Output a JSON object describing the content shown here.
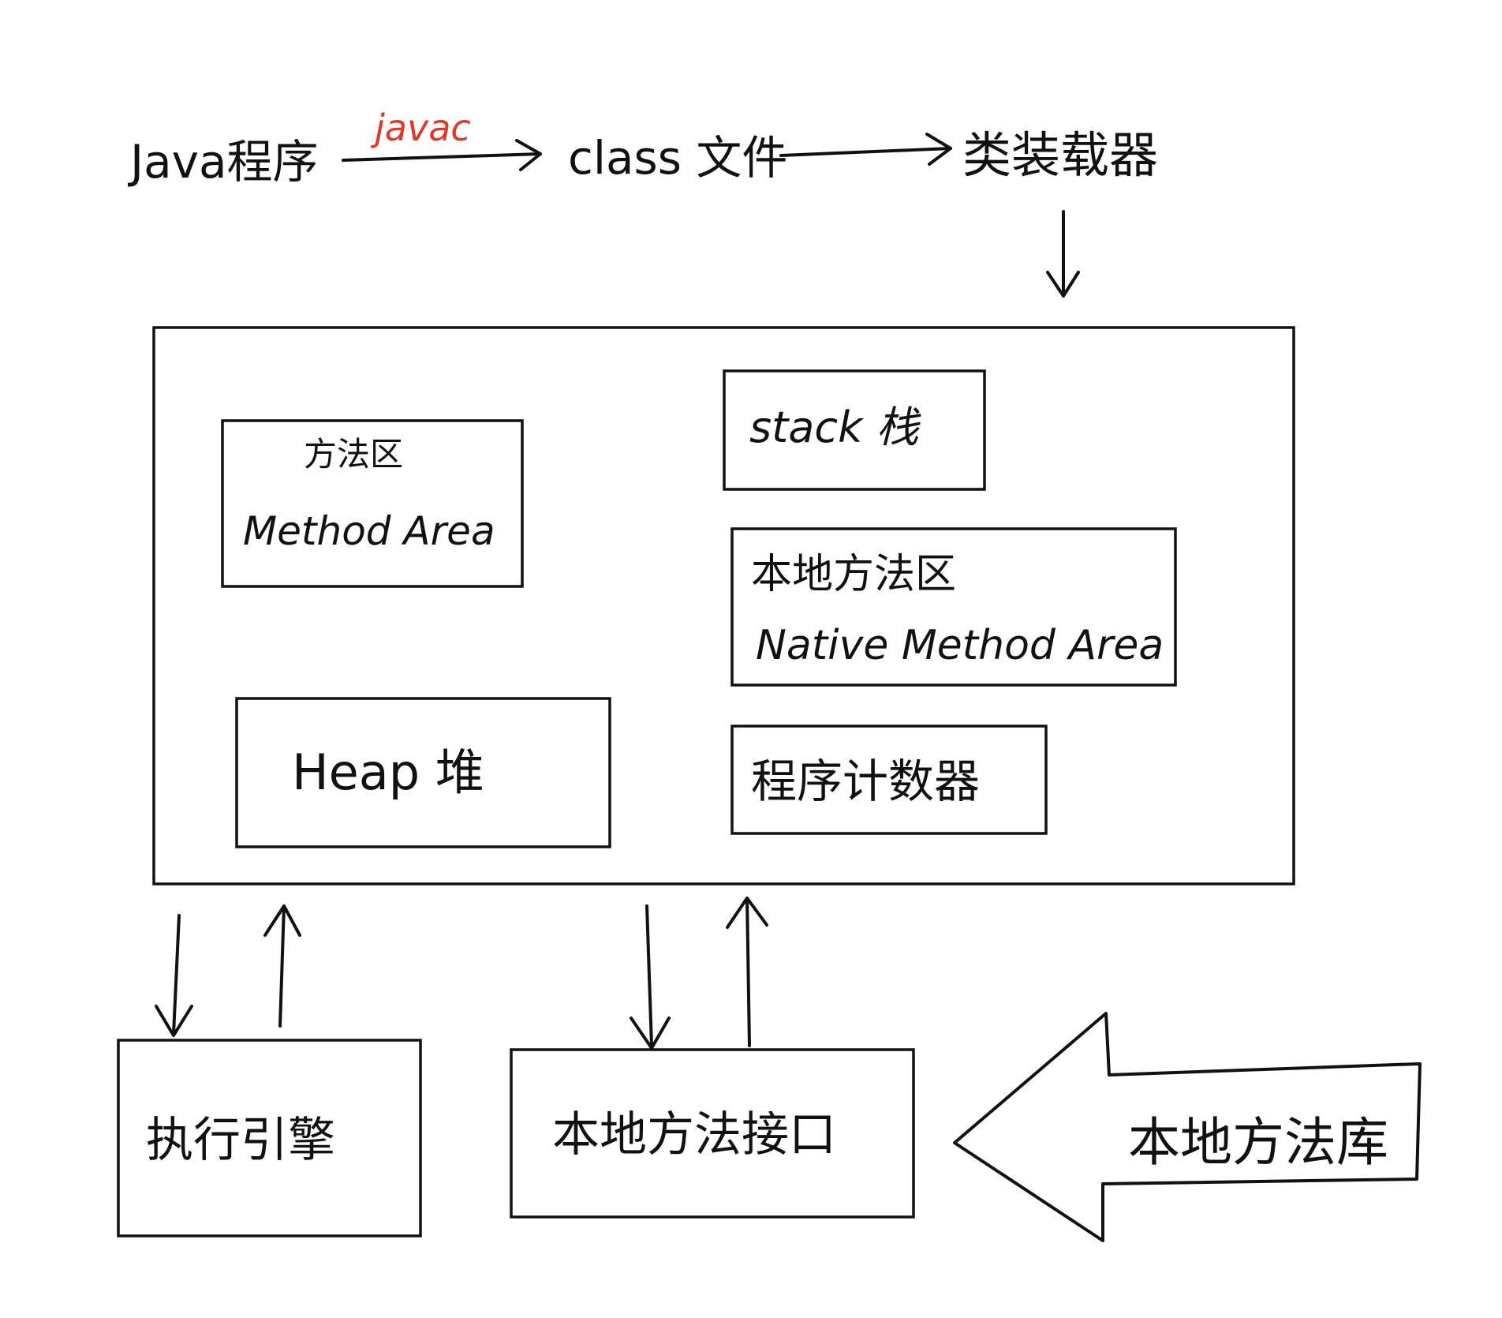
{
  "flow": {
    "java_program": "Java程序",
    "javac": "javac",
    "class_file": "class 文件",
    "class_loader": "类装载器"
  },
  "runtime": {
    "method_area_cn": "方法区",
    "method_area_en": "Method Area",
    "stack": "stack 栈",
    "native_method_area_cn": "本地方法区",
    "native_method_area_en": "Native Method Area",
    "heap": "Heap 堆",
    "pc_register": "程序计数器"
  },
  "bottom": {
    "execution_engine": "执行引擎",
    "native_interface": "本地方法接口",
    "native_library": "本地方法库"
  },
  "colors": {
    "ink": "#111111",
    "javac": "#e0392b"
  }
}
